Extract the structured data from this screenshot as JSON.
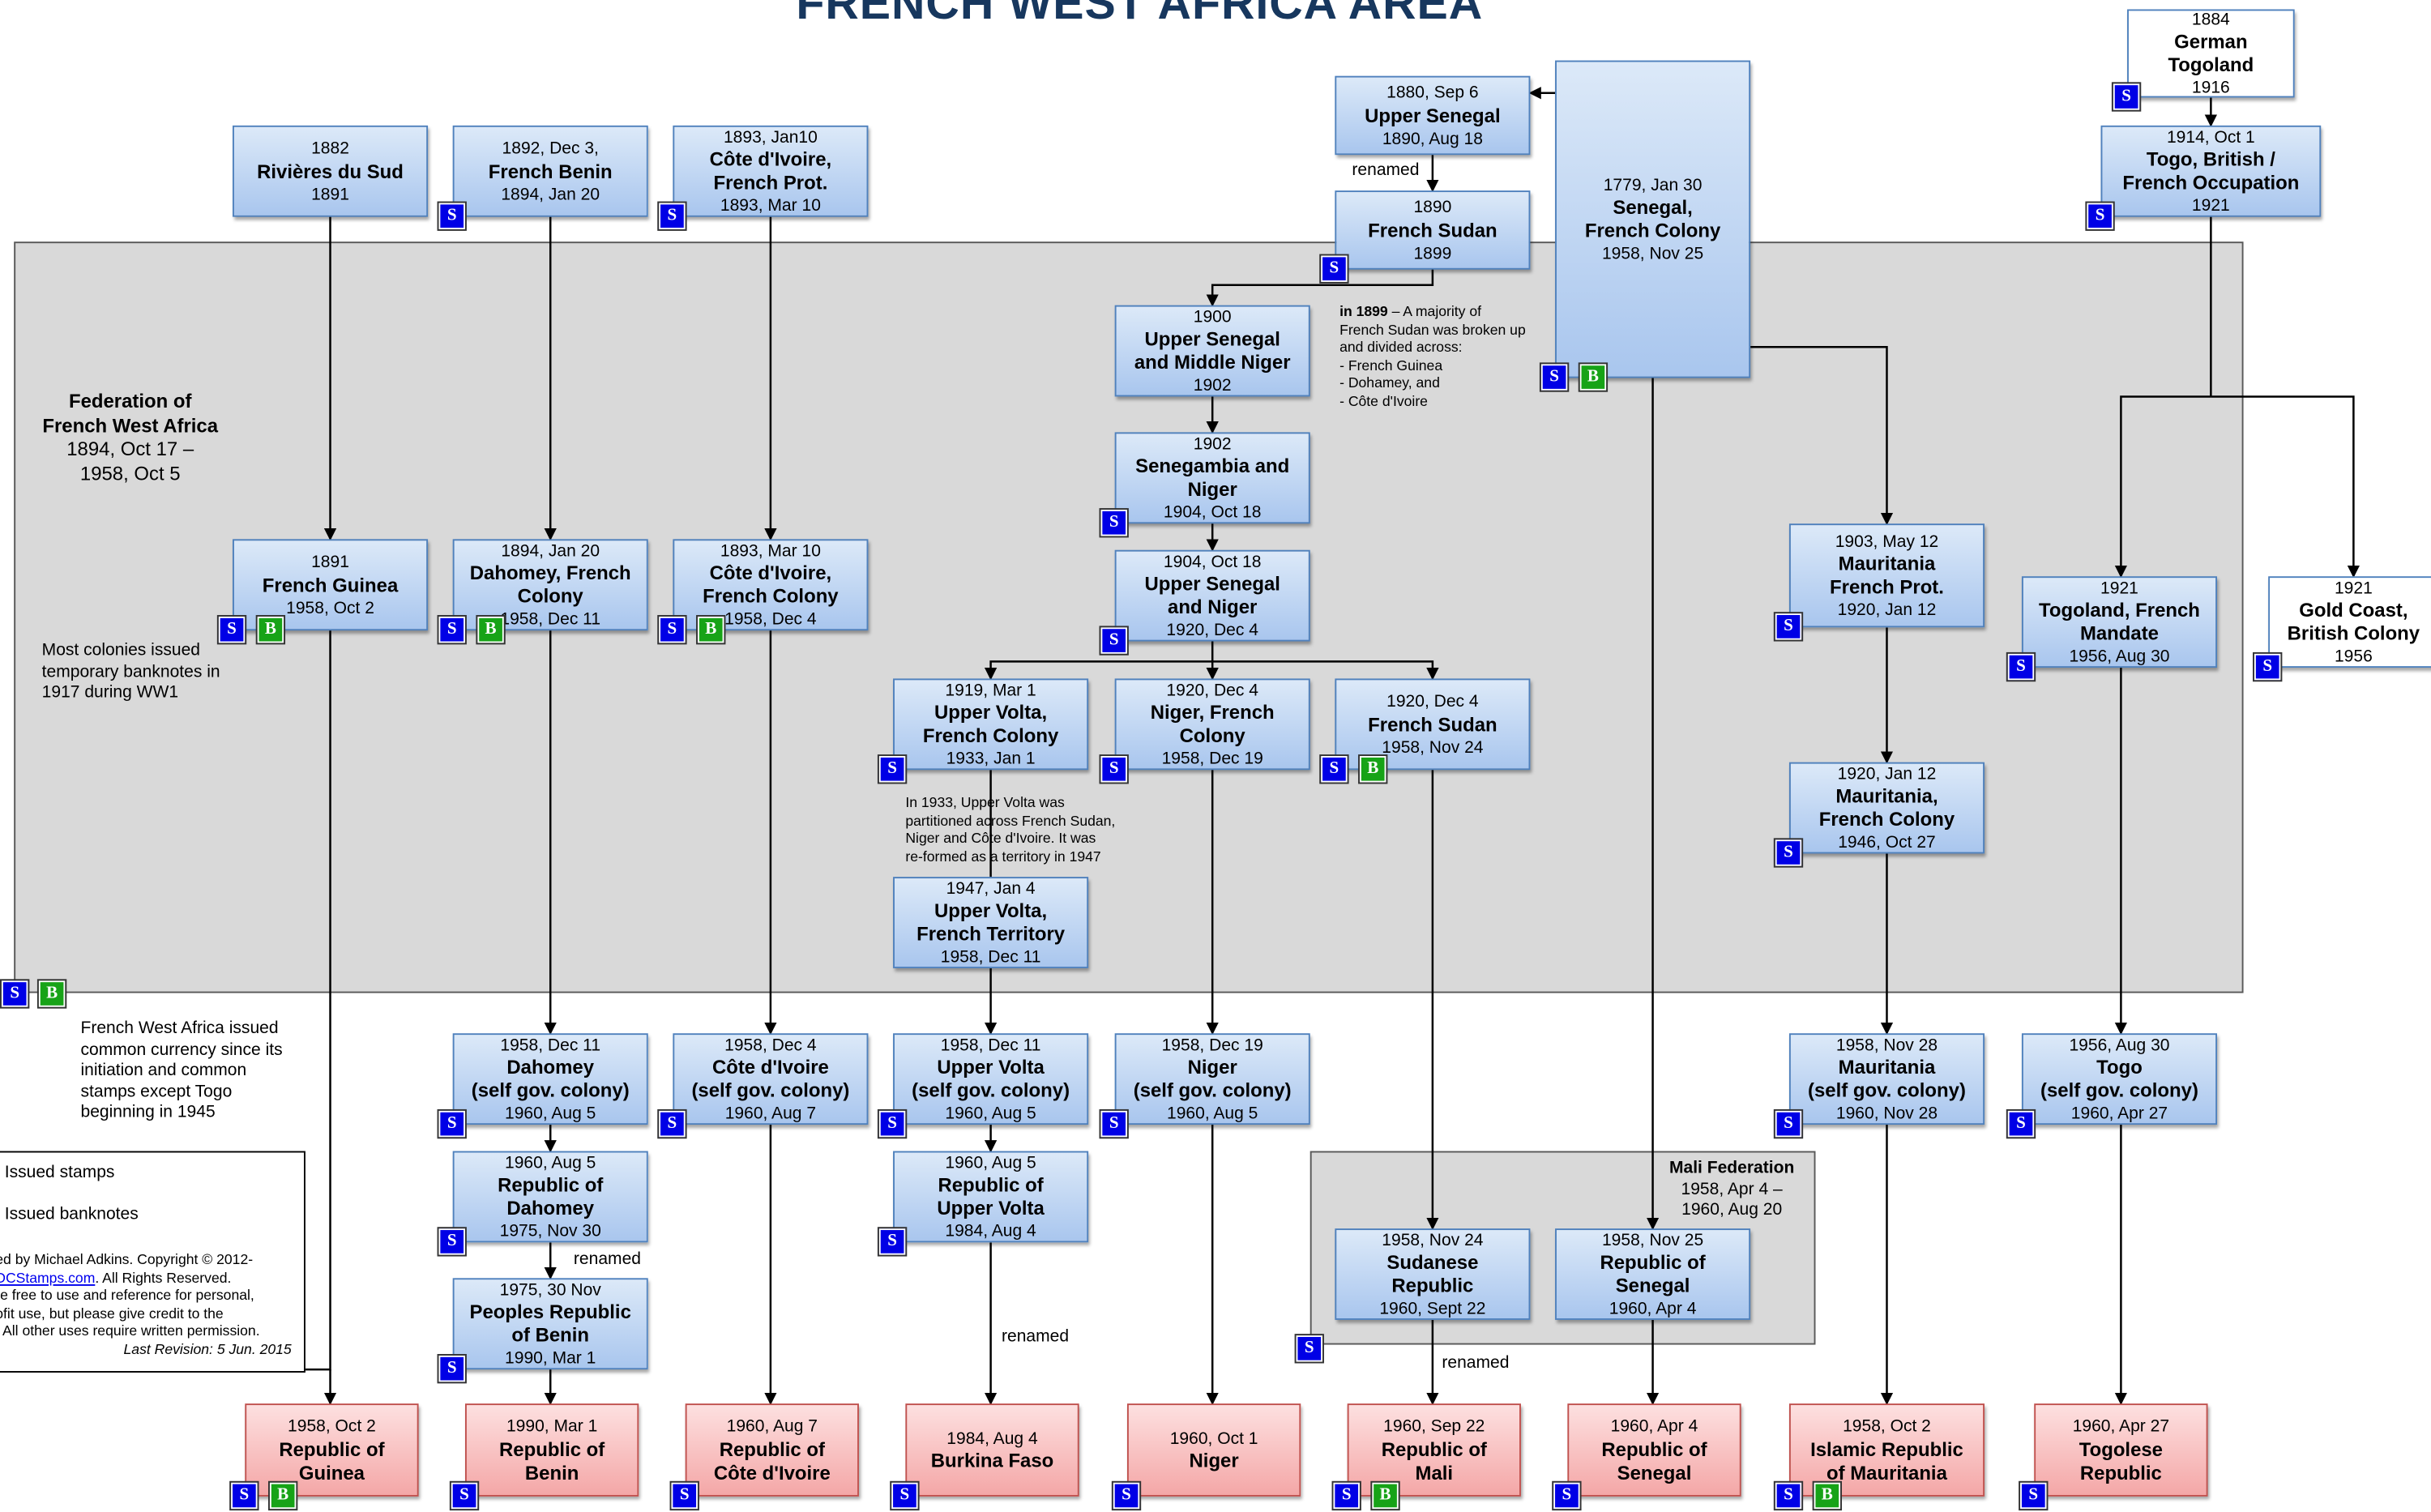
{
  "title": "FRENCH WEST AFRICA AREA",
  "labels": {
    "renamed": "renamed",
    "badge_s": "S",
    "badge_b": "B"
  },
  "federation": {
    "name": "Federation of French West Africa",
    "line1": "Federation of",
    "line2": "French West Africa",
    "dates1": "1894, Oct 17 –",
    "dates2": "1958, Oct 5"
  },
  "notes": {
    "banknotes1917": [
      "Most colonies issued",
      "temporary banknotes in",
      "1917 during WW1"
    ],
    "sudan1899_bold": "in 1899",
    "sudan1899": [
      " – A majority of",
      "French Sudan was broken up",
      "and divided  across:",
      "- French Guinea",
      "- Dohamey, and",
      "- Côte d'Ivoire"
    ],
    "upper_volta1933": [
      "In 1933, Upper Volta was",
      "partitioned across French Sudan,",
      "Niger and Côte d'Ivoire.  It was",
      "re-formed as a territory in 1947"
    ],
    "currency": [
      "French West Africa issued",
      "common currency since its",
      "initiation and common",
      "stamps except Togo",
      "beginning in 1945"
    ]
  },
  "mali_federation": {
    "name": "Mali Federation",
    "dates1": "1958, Apr 4 –",
    "dates2": "1960, Aug 20"
  },
  "legend": {
    "stamps": "Issued stamps",
    "banknotes": "Issued banknotes",
    "credit": [
      "ed by Michael Adkins.  Copyright ©  2012-",
      ".  All Rights Reserved.",
      "re free to use and reference for personal,",
      "ofit use, but please give credit to the",
      ".  All other uses require written permission."
    ],
    "link": "DCStamps.com",
    "revision": "Last Revision: 5 Jun. 2015"
  },
  "boxes": [
    {
      "id": "german-togoland",
      "lines": [
        {
          "t": "1884"
        },
        {
          "t": "German",
          "b": 1
        },
        {
          "t": "Togoland",
          "b": 1
        },
        {
          "t": "1916"
        }
      ],
      "badges": "S"
    },
    {
      "id": "upper-senegal-1880",
      "lines": [
        {
          "t": "1880, Sep 6"
        },
        {
          "t": "Upper Senegal",
          "b": 1
        },
        {
          "t": "1890, Aug 18"
        }
      ],
      "badges": ""
    },
    {
      "id": "french-sudan-1890",
      "lines": [
        {
          "t": "1890"
        },
        {
          "t": "French Sudan",
          "b": 1
        },
        {
          "t": "1899"
        }
      ],
      "badges": "S"
    },
    {
      "id": "senegal-colony",
      "lines": [
        {
          "t": "1779, Jan 30"
        },
        {
          "t": "Senegal,",
          "b": 1
        },
        {
          "t": "French Colony",
          "b": 1
        },
        {
          "t": "1958, Nov 25"
        }
      ],
      "badges": "SB"
    },
    {
      "id": "rivieres-du-sud",
      "lines": [
        {
          "t": "1882"
        },
        {
          "t": "Rivières du Sud",
          "b": 1
        },
        {
          "t": "1891"
        }
      ],
      "badges": ""
    },
    {
      "id": "french-benin",
      "lines": [
        {
          "t": "1892, Dec 3,"
        },
        {
          "t": "French Benin",
          "b": 1
        },
        {
          "t": "1894, Jan 20"
        }
      ],
      "badges": "S"
    },
    {
      "id": "cote-ivoire-prot",
      "lines": [
        {
          "t": "1893, Jan10"
        },
        {
          "t": "Côte d'Ivoire,",
          "b": 1
        },
        {
          "t": "French Prot.",
          "b": 1
        },
        {
          "t": "1893, Mar 10"
        }
      ],
      "badges": "S"
    },
    {
      "id": "togo-british-french",
      "lines": [
        {
          "t": "1914, Oct 1"
        },
        {
          "t": "Togo, British /",
          "b": 1
        },
        {
          "t": "French Occupation",
          "b": 1
        },
        {
          "t": "1921"
        }
      ],
      "badges": "S"
    },
    {
      "id": "upper-senegal-middle-niger",
      "lines": [
        {
          "t": "1900"
        },
        {
          "t": "Upper Senegal",
          "b": 1
        },
        {
          "t": "and Middle Niger",
          "b": 1
        },
        {
          "t": "1902"
        }
      ],
      "badges": ""
    },
    {
      "id": "senegambia-niger",
      "lines": [
        {
          "t": "1902"
        },
        {
          "t": "Senegambia and",
          "b": 1
        },
        {
          "t": "Niger",
          "b": 1
        },
        {
          "t": "1904, Oct 18"
        }
      ],
      "badges": "S"
    },
    {
      "id": "french-guinea",
      "lines": [
        {
          "t": "1891"
        },
        {
          "t": "French Guinea",
          "b": 1
        },
        {
          "t": "1958, Oct 2"
        }
      ],
      "badges": "SB"
    },
    {
      "id": "dahomey-colony",
      "lines": [
        {
          "t": "1894, Jan 20"
        },
        {
          "t": "Dahomey, French",
          "b": 1
        },
        {
          "t": "Colony",
          "b": 1
        },
        {
          "t": "1958, Dec 11"
        }
      ],
      "badges": "SB"
    },
    {
      "id": "cote-ivoire-colony",
      "lines": [
        {
          "t": "1893, Mar 10"
        },
        {
          "t": "Côte d'Ivoire,",
          "b": 1
        },
        {
          "t": "French Colony",
          "b": 1
        },
        {
          "t": "1958, Dec 4"
        }
      ],
      "badges": "SB"
    },
    {
      "id": "upper-senegal-niger",
      "lines": [
        {
          "t": "1904, Oct 18"
        },
        {
          "t": "Upper Senegal",
          "b": 1
        },
        {
          "t": "and Niger",
          "b": 1
        },
        {
          "t": "1920, Dec 4"
        }
      ],
      "badges": "S"
    },
    {
      "id": "mauritania-prot",
      "lines": [
        {
          "t": "1903, May 12"
        },
        {
          "t": "Mauritania",
          "b": 1
        },
        {
          "t": "French Prot.",
          "b": 1
        },
        {
          "t": "1920, Jan 12"
        }
      ],
      "badges": "S"
    },
    {
      "id": "togoland-mandate",
      "lines": [
        {
          "t": "1921"
        },
        {
          "t": "Togoland, French",
          "b": 1
        },
        {
          "t": "Mandate",
          "b": 1
        },
        {
          "t": "1956, Aug 30"
        }
      ],
      "badges": "S"
    },
    {
      "id": "gold-coast",
      "lines": [
        {
          "t": "1921"
        },
        {
          "t": "Gold Coast,",
          "b": 1
        },
        {
          "t": "British Colony",
          "b": 1
        },
        {
          "t": "1956"
        }
      ],
      "badges": "S"
    },
    {
      "id": "upper-volta-colony",
      "lines": [
        {
          "t": "1919, Mar 1"
        },
        {
          "t": "Upper Volta,",
          "b": 1
        },
        {
          "t": "French Colony",
          "b": 1
        },
        {
          "t": "1933, Jan 1"
        }
      ],
      "badges": "S"
    },
    {
      "id": "niger-colony",
      "lines": [
        {
          "t": "1920, Dec 4"
        },
        {
          "t": "Niger, French",
          "b": 1
        },
        {
          "t": "Colony",
          "b": 1
        },
        {
          "t": "1958, Dec 19"
        }
      ],
      "badges": "S"
    },
    {
      "id": "french-sudan-1920",
      "lines": [
        {
          "t": "1920, Dec 4"
        },
        {
          "t": "French Sudan",
          "b": 1
        },
        {
          "t": "1958, Nov 24"
        }
      ],
      "badges": "SB"
    },
    {
      "id": "mauritania-colony",
      "lines": [
        {
          "t": "1920, Jan 12"
        },
        {
          "t": "Mauritania,",
          "b": 1
        },
        {
          "t": "French Colony",
          "b": 1
        },
        {
          "t": "1946, Oct 27"
        }
      ],
      "badges": "S"
    },
    {
      "id": "upper-volta-territory",
      "lines": [
        {
          "t": "1947, Jan 4"
        },
        {
          "t": "Upper Volta,",
          "b": 1
        },
        {
          "t": "French Territory",
          "b": 1
        },
        {
          "t": "1958, Dec 11"
        }
      ],
      "badges": ""
    },
    {
      "id": "dahomey-sgc",
      "lines": [
        {
          "t": "1958, Dec 11"
        },
        {
          "t": "Dahomey",
          "b": 1
        },
        {
          "t": "(self gov. colony)",
          "b": 1
        },
        {
          "t": "1960, Aug 5"
        }
      ],
      "badges": "S"
    },
    {
      "id": "cote-ivoire-sgc",
      "lines": [
        {
          "t": "1958, Dec 4"
        },
        {
          "t": "Côte d'Ivoire",
          "b": 1
        },
        {
          "t": "(self gov. colony)",
          "b": 1
        },
        {
          "t": "1960, Aug 7"
        }
      ],
      "badges": "S"
    },
    {
      "id": "upper-volta-sgc",
      "lines": [
        {
          "t": "1958, Dec 11"
        },
        {
          "t": "Upper Volta",
          "b": 1
        },
        {
          "t": "(self gov. colony)",
          "b": 1
        },
        {
          "t": "1960, Aug 5"
        }
      ],
      "badges": "S"
    },
    {
      "id": "niger-sgc",
      "lines": [
        {
          "t": "1958, Dec 19"
        },
        {
          "t": "Niger",
          "b": 1
        },
        {
          "t": "(self gov. colony)",
          "b": 1
        },
        {
          "t": "1960, Aug 5"
        }
      ],
      "badges": "S"
    },
    {
      "id": "mauritania-sgc",
      "lines": [
        {
          "t": "1958, Nov 28"
        },
        {
          "t": "Mauritania",
          "b": 1
        },
        {
          "t": "(self gov. colony)",
          "b": 1
        },
        {
          "t": "1960, Nov 28"
        }
      ],
      "badges": "S"
    },
    {
      "id": "togo-sgc",
      "lines": [
        {
          "t": "1956, Aug 30"
        },
        {
          "t": "Togo",
          "b": 1
        },
        {
          "t": "(self gov. colony)",
          "b": 1
        },
        {
          "t": "1960, Apr 27"
        }
      ],
      "badges": "S"
    },
    {
      "id": "republic-dahomey",
      "lines": [
        {
          "t": "1960, Aug 5"
        },
        {
          "t": "Republic of",
          "b": 1
        },
        {
          "t": "Dahomey",
          "b": 1
        },
        {
          "t": "1975, Nov 30"
        }
      ],
      "badges": "S"
    },
    {
      "id": "republic-upper-volta",
      "lines": [
        {
          "t": "1960, Aug 5"
        },
        {
          "t": "Republic of",
          "b": 1
        },
        {
          "t": "Upper Volta",
          "b": 1
        },
        {
          "t": "1984, Aug 4"
        }
      ],
      "badges": "S"
    },
    {
      "id": "peoples-republic-benin",
      "lines": [
        {
          "t": "1975, 30 Nov"
        },
        {
          "t": "Peoples Republic",
          "b": 1
        },
        {
          "t": "of Benin",
          "b": 1
        },
        {
          "t": "1990, Mar 1"
        }
      ],
      "badges": "S"
    },
    {
      "id": "sudanese-republic",
      "lines": [
        {
          "t": "1958, Nov 24"
        },
        {
          "t": "Sudanese",
          "b": 1
        },
        {
          "t": "Republic",
          "b": 1
        },
        {
          "t": "1960, Sept 22"
        }
      ],
      "badges": ""
    },
    {
      "id": "republic-senegal-1958",
      "lines": [
        {
          "t": "1958, Nov 25"
        },
        {
          "t": "Republic of",
          "b": 1
        },
        {
          "t": "Senegal",
          "b": 1
        },
        {
          "t": "1960, Apr 4"
        }
      ],
      "badges": ""
    },
    {
      "id": "republic-guinea",
      "lines": [
        {
          "t": "1958, Oct 2"
        },
        {
          "t": "Republic of",
          "b": 1
        },
        {
          "t": "Guinea",
          "b": 1
        }
      ],
      "badges": "SB"
    },
    {
      "id": "republic-benin",
      "lines": [
        {
          "t": "1990, Mar 1"
        },
        {
          "t": "Republic of",
          "b": 1
        },
        {
          "t": "Benin",
          "b": 1
        }
      ],
      "badges": "S"
    },
    {
      "id": "republic-cote-ivoire",
      "lines": [
        {
          "t": "1960, Aug 7"
        },
        {
          "t": "Republic of",
          "b": 1
        },
        {
          "t": "Côte d'Ivoire",
          "b": 1
        }
      ],
      "badges": "S"
    },
    {
      "id": "burkina-faso",
      "lines": [
        {
          "t": "1984, Aug 4"
        },
        {
          "t": "Burkina Faso",
          "b": 1
        }
      ],
      "badges": "S"
    },
    {
      "id": "niger-1960",
      "lines": [
        {
          "t": "1960, Oct 1"
        },
        {
          "t": "Niger",
          "b": 1
        }
      ],
      "badges": "S"
    },
    {
      "id": "republic-mali",
      "lines": [
        {
          "t": "1960, Sep 22"
        },
        {
          "t": "Republic of",
          "b": 1
        },
        {
          "t": "Mali",
          "b": 1
        }
      ],
      "badges": "SB"
    },
    {
      "id": "republic-senegal",
      "lines": [
        {
          "t": "1960, Apr 4"
        },
        {
          "t": "Republic of",
          "b": 1
        },
        {
          "t": "Senegal",
          "b": 1
        }
      ],
      "badges": "S"
    },
    {
      "id": "islamic-republic-mauritania",
      "lines": [
        {
          "t": "1958, Oct 2"
        },
        {
          "t": "Islamic Republic",
          "b": 1
        },
        {
          "t": "of Mauritania",
          "b": 1
        }
      ],
      "badges": "SB"
    },
    {
      "id": "togolese-republic",
      "lines": [
        {
          "t": "1960, Apr 27"
        },
        {
          "t": "Togolese",
          "b": 1
        },
        {
          "t": "Republic",
          "b": 1
        }
      ],
      "badges": "S"
    }
  ]
}
